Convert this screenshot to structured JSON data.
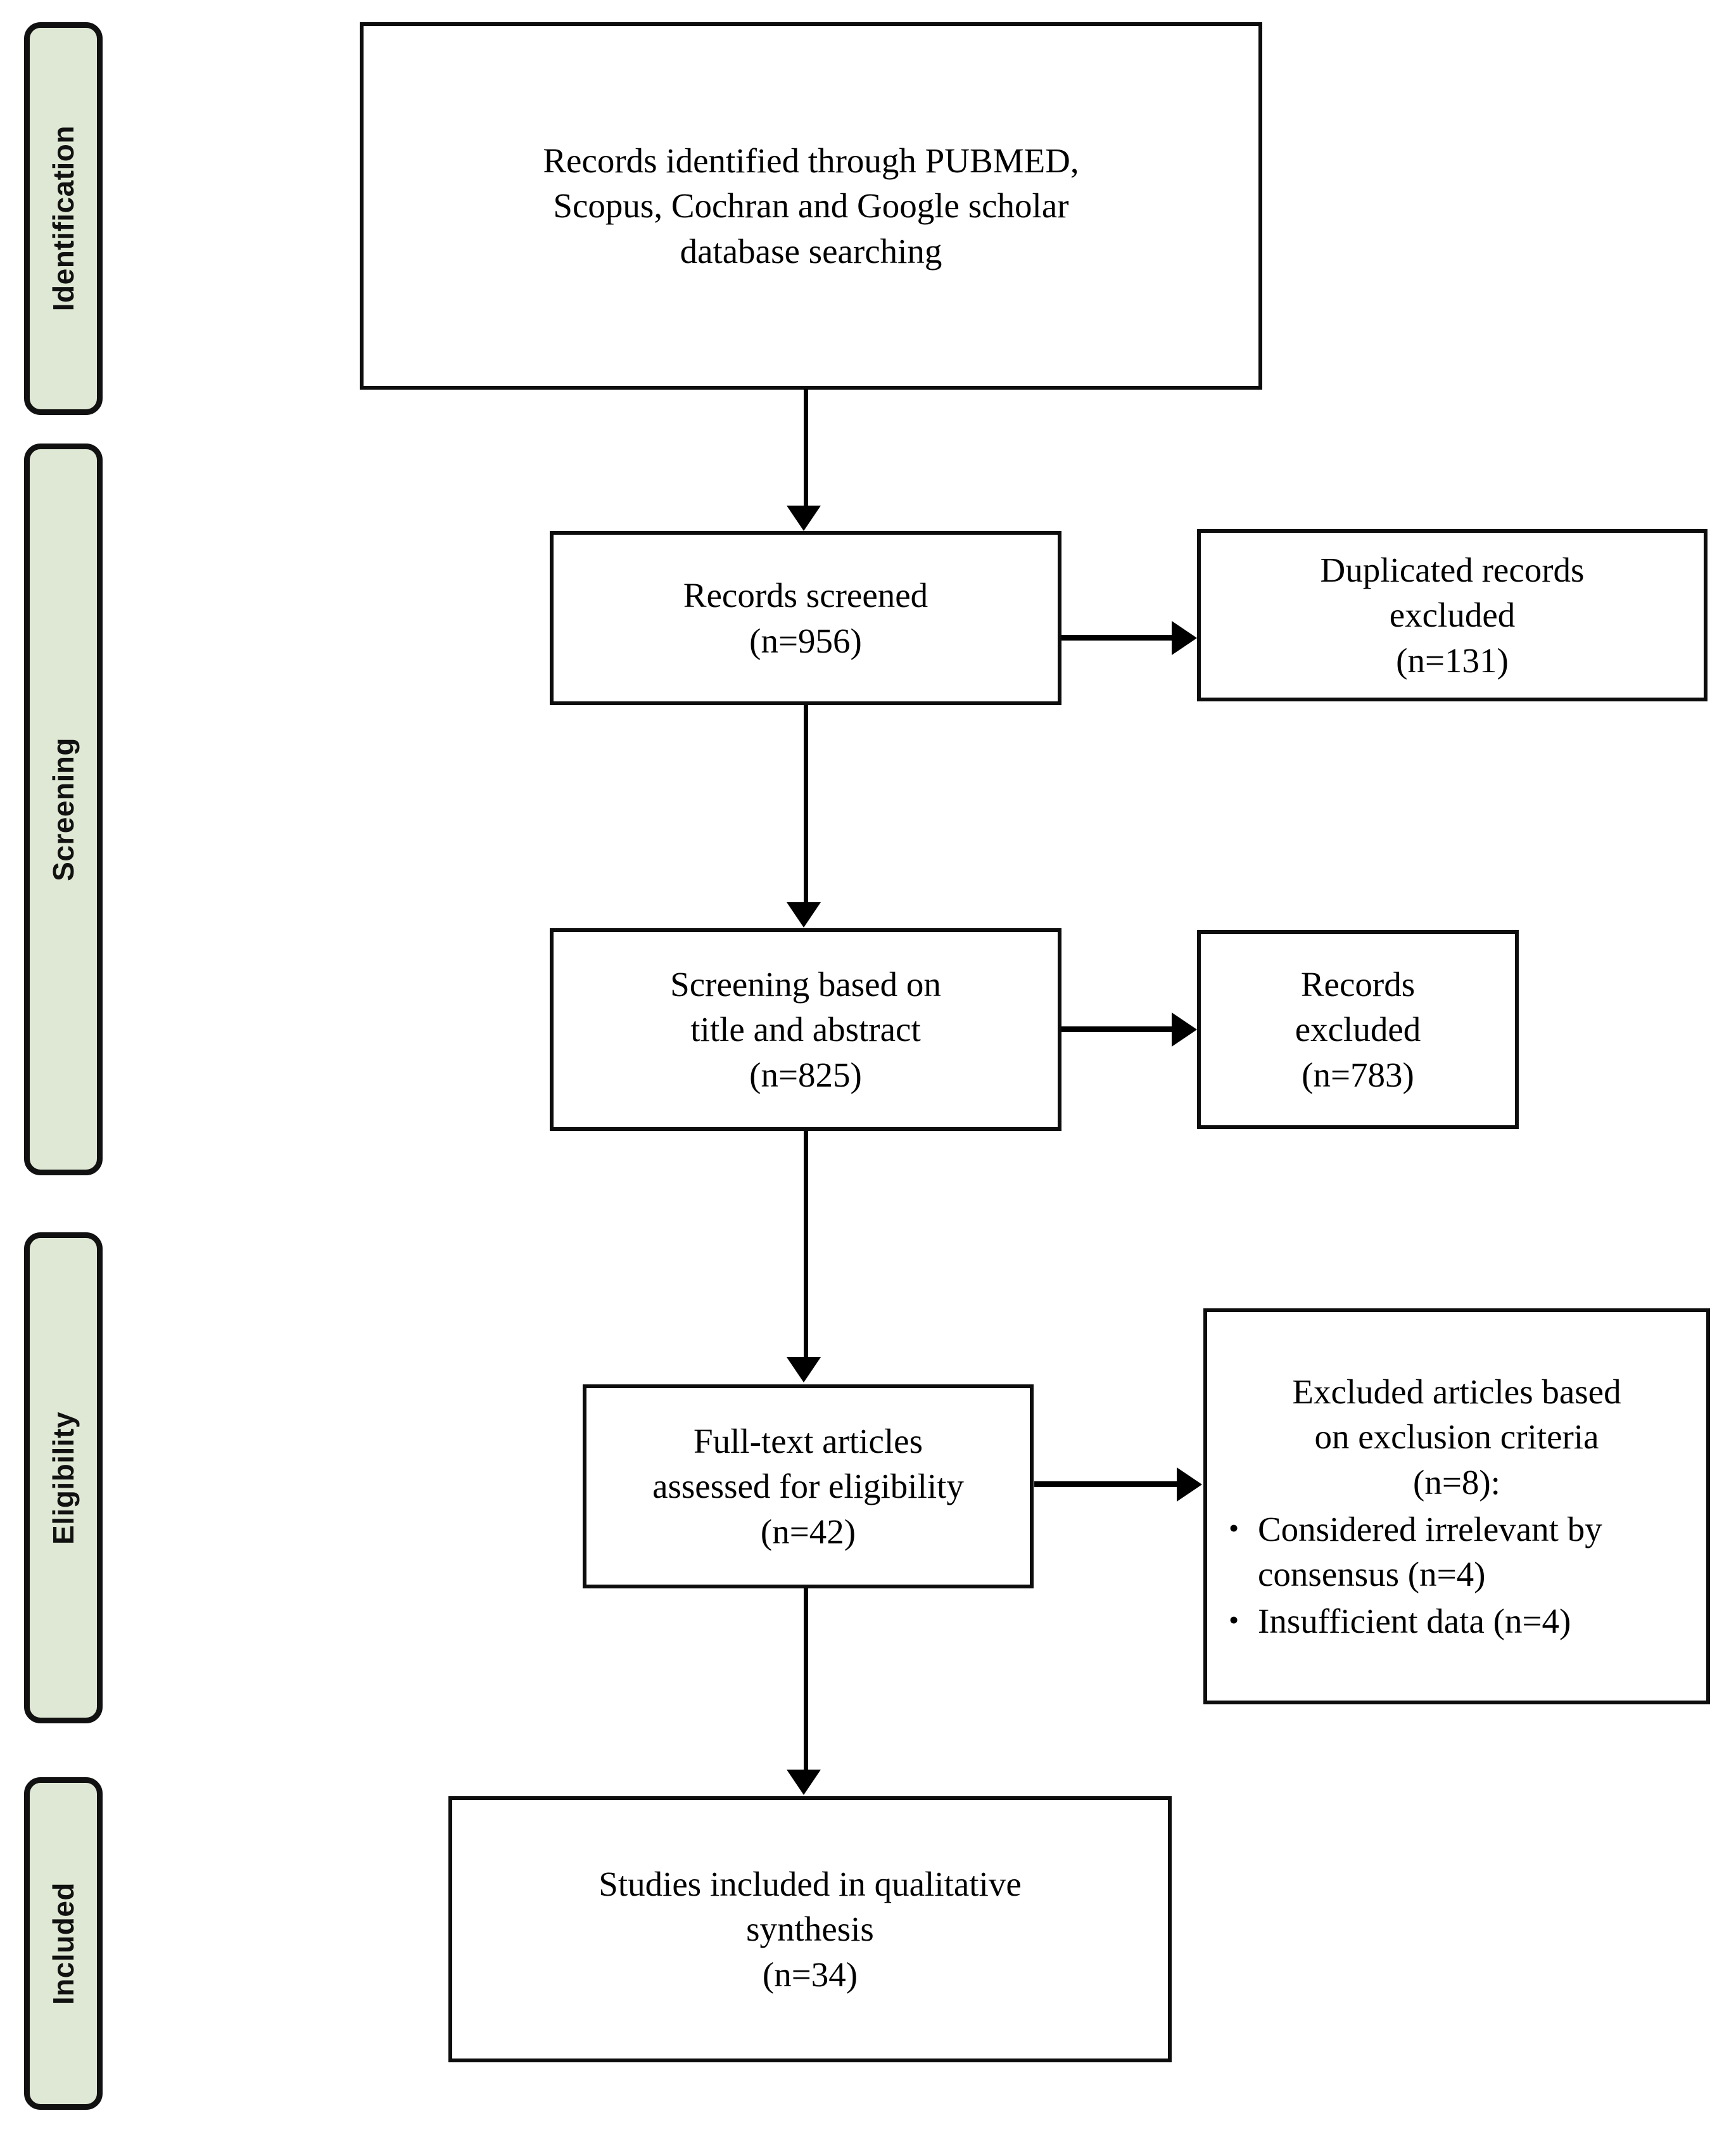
{
  "diagram": {
    "type": "prisma-flow-diagram",
    "colors": {
      "stage_label_fill": "#dfe8d4",
      "stage_label_border": "#111111",
      "box_border": "#0d0d0d",
      "box_fill": "#ffffff",
      "connector": "#000000"
    },
    "stages": [
      {
        "id": "identification",
        "label": "Identification"
      },
      {
        "id": "screening",
        "label": "Screening"
      },
      {
        "id": "eligibility",
        "label": "Eligibility"
      },
      {
        "id": "included",
        "label": "Included"
      }
    ],
    "boxes": {
      "records_identified": {
        "text": "Records identified through PUBMED,\nScopus, Cochran and Google scholar\ndatabase searching"
      },
      "records_screened": {
        "text": "Records screened\n(n=956)",
        "count": 956
      },
      "duplicates_excluded": {
        "text": "Duplicated records\nexcluded\n(n=131)",
        "count": 131
      },
      "title_abstract_screening": {
        "text": "Screening based on\ntitle and abstract\n(n=825)",
        "count": 825
      },
      "records_excluded": {
        "text": "Records\nexcluded\n(n=783)",
        "count": 783
      },
      "fulltext_assessed": {
        "text": "Full-text articles\nassessed for eligibility\n(n=42)",
        "count": 42
      },
      "articles_excluded": {
        "lead": "Excluded articles based\non exclusion criteria\n(n=8):",
        "count": 8,
        "bullet_glyph": "•",
        "bullets": [
          "Considered irrelevant by consensus (n=4)",
          "Insufficient data (n=4)"
        ]
      },
      "studies_included": {
        "text": "Studies included in qualitative\nsynthesis\n(n=34)",
        "count": 34
      }
    }
  }
}
